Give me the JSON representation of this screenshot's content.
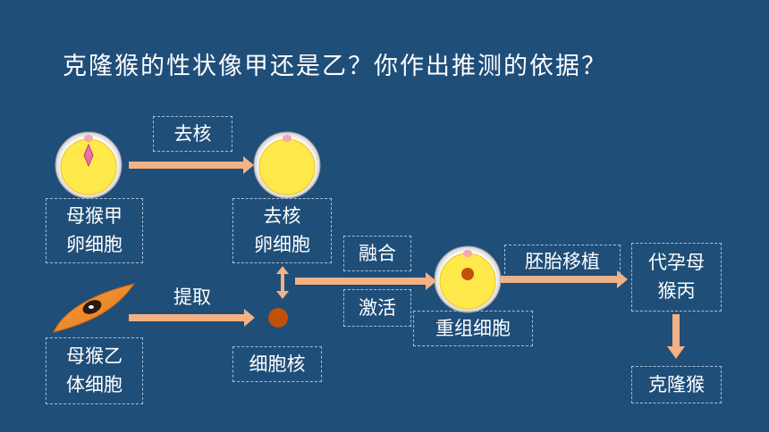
{
  "title": "克隆猴的性状像甲还是乙？你作出推测的依据？",
  "labels": {
    "denucleate_step": "去核",
    "egg_a_line1": "母猴甲",
    "egg_a_line2": "卵细胞",
    "denucleated_egg_line1": "去核",
    "denucleated_egg_line2": "卵细胞",
    "extract_step": "提取",
    "body_cell_line1": "母猴乙",
    "body_cell_line2": "体细胞",
    "nucleus": "细胞核",
    "fusion_step": "融合",
    "activation_step": "激活",
    "recombined_cell": "重组细胞",
    "embryo_transfer_step": "胚胎移植",
    "surrogate_line1": "代孕母",
    "surrogate_line2": "猴丙",
    "cloned_monkey": "克隆猴"
  },
  "colors": {
    "background": "#1f4e79",
    "arrow": "#f4b183",
    "cytoplasm": "#ffe94a",
    "membrane": "#f2f2f2",
    "nucleus": "#c0500a",
    "polar_body": "#f4a6b2"
  }
}
